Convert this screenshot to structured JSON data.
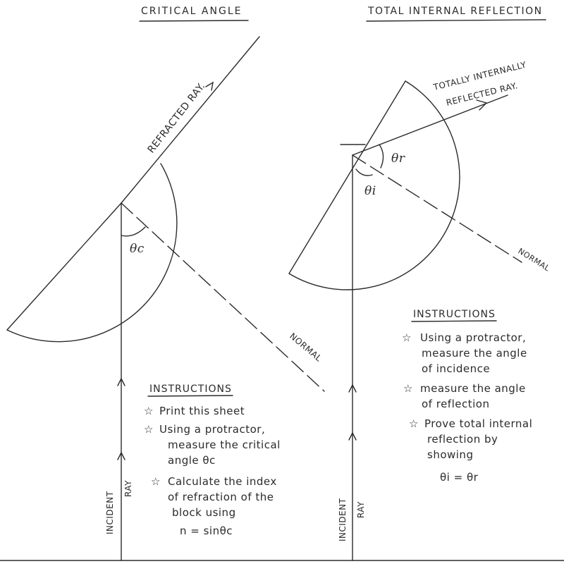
{
  "left": {
    "title": "CRITICAL ANGLE",
    "refracted_label": "REFRACTED RAY.",
    "theta_label": "θc",
    "normal_label": "NORMAL",
    "incident_label_1": "INCIDENT",
    "incident_label_2": "RAY",
    "instructions": {
      "heading": "INSTRUCTIONS",
      "bullet": "☆",
      "items": [
        [
          "Print this sheet"
        ],
        [
          "Using a protractor,",
          "measure the critical",
          "angle θc"
        ],
        [
          "Calculate the index",
          "of refraction of the",
          "block using",
          "n = sinθc"
        ]
      ]
    }
  },
  "right": {
    "title": "TOTAL INTERNAL REFLECTION",
    "reflected_label_1": "TOTALLY INTERNALLY",
    "reflected_label_2": "REFLECTED RAY.",
    "theta_r_label": "θr",
    "theta_i_label": "θi",
    "normal_label": "NORMAL",
    "incident_label_1": "INCIDENT",
    "incident_label_2": "RAY",
    "instructions": {
      "heading": "INSTRUCTIONS",
      "bullet": "☆",
      "items": [
        [
          "Using a protractor,",
          "measure the angle",
          "of incidence"
        ],
        [
          "measure the angle",
          "of reflection"
        ],
        [
          "Prove total internal",
          "reflection by",
          "showing",
          "θi = θr"
        ]
      ]
    }
  }
}
